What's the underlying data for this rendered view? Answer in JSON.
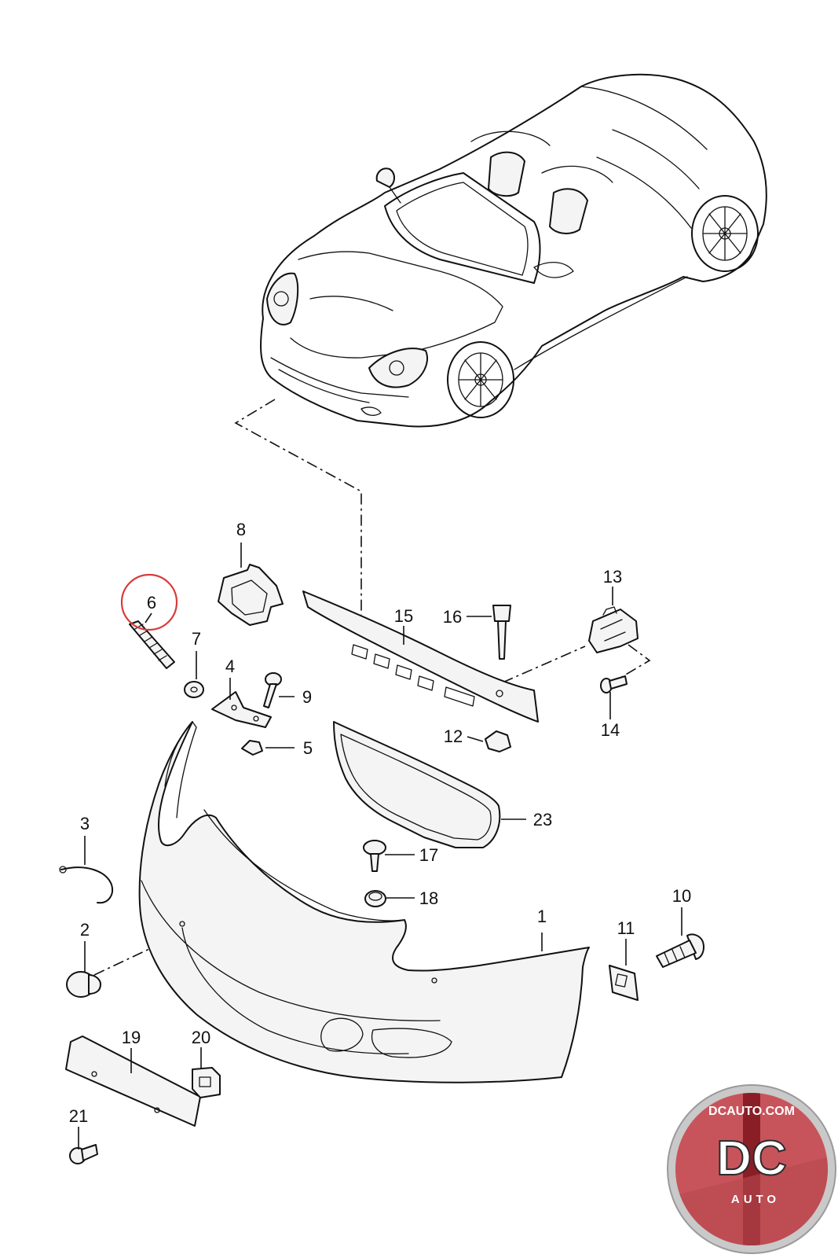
{
  "callouts": [
    "1",
    "2",
    "3",
    "4",
    "5",
    "6",
    "7",
    "8",
    "9",
    "10",
    "11",
    "12",
    "13",
    "14",
    "15",
    "16",
    "17",
    "18",
    "19",
    "20",
    "21",
    "23"
  ],
  "highlight": {
    "callout": "6",
    "color": "#d83b3b"
  },
  "logo": {
    "site": "DCAUTO.COM",
    "mark": "DC",
    "sub": "AUTO",
    "colors": {
      "ring": "#c9c9c9",
      "face": "#c8545b",
      "stripe": "#8a1e26"
    }
  }
}
